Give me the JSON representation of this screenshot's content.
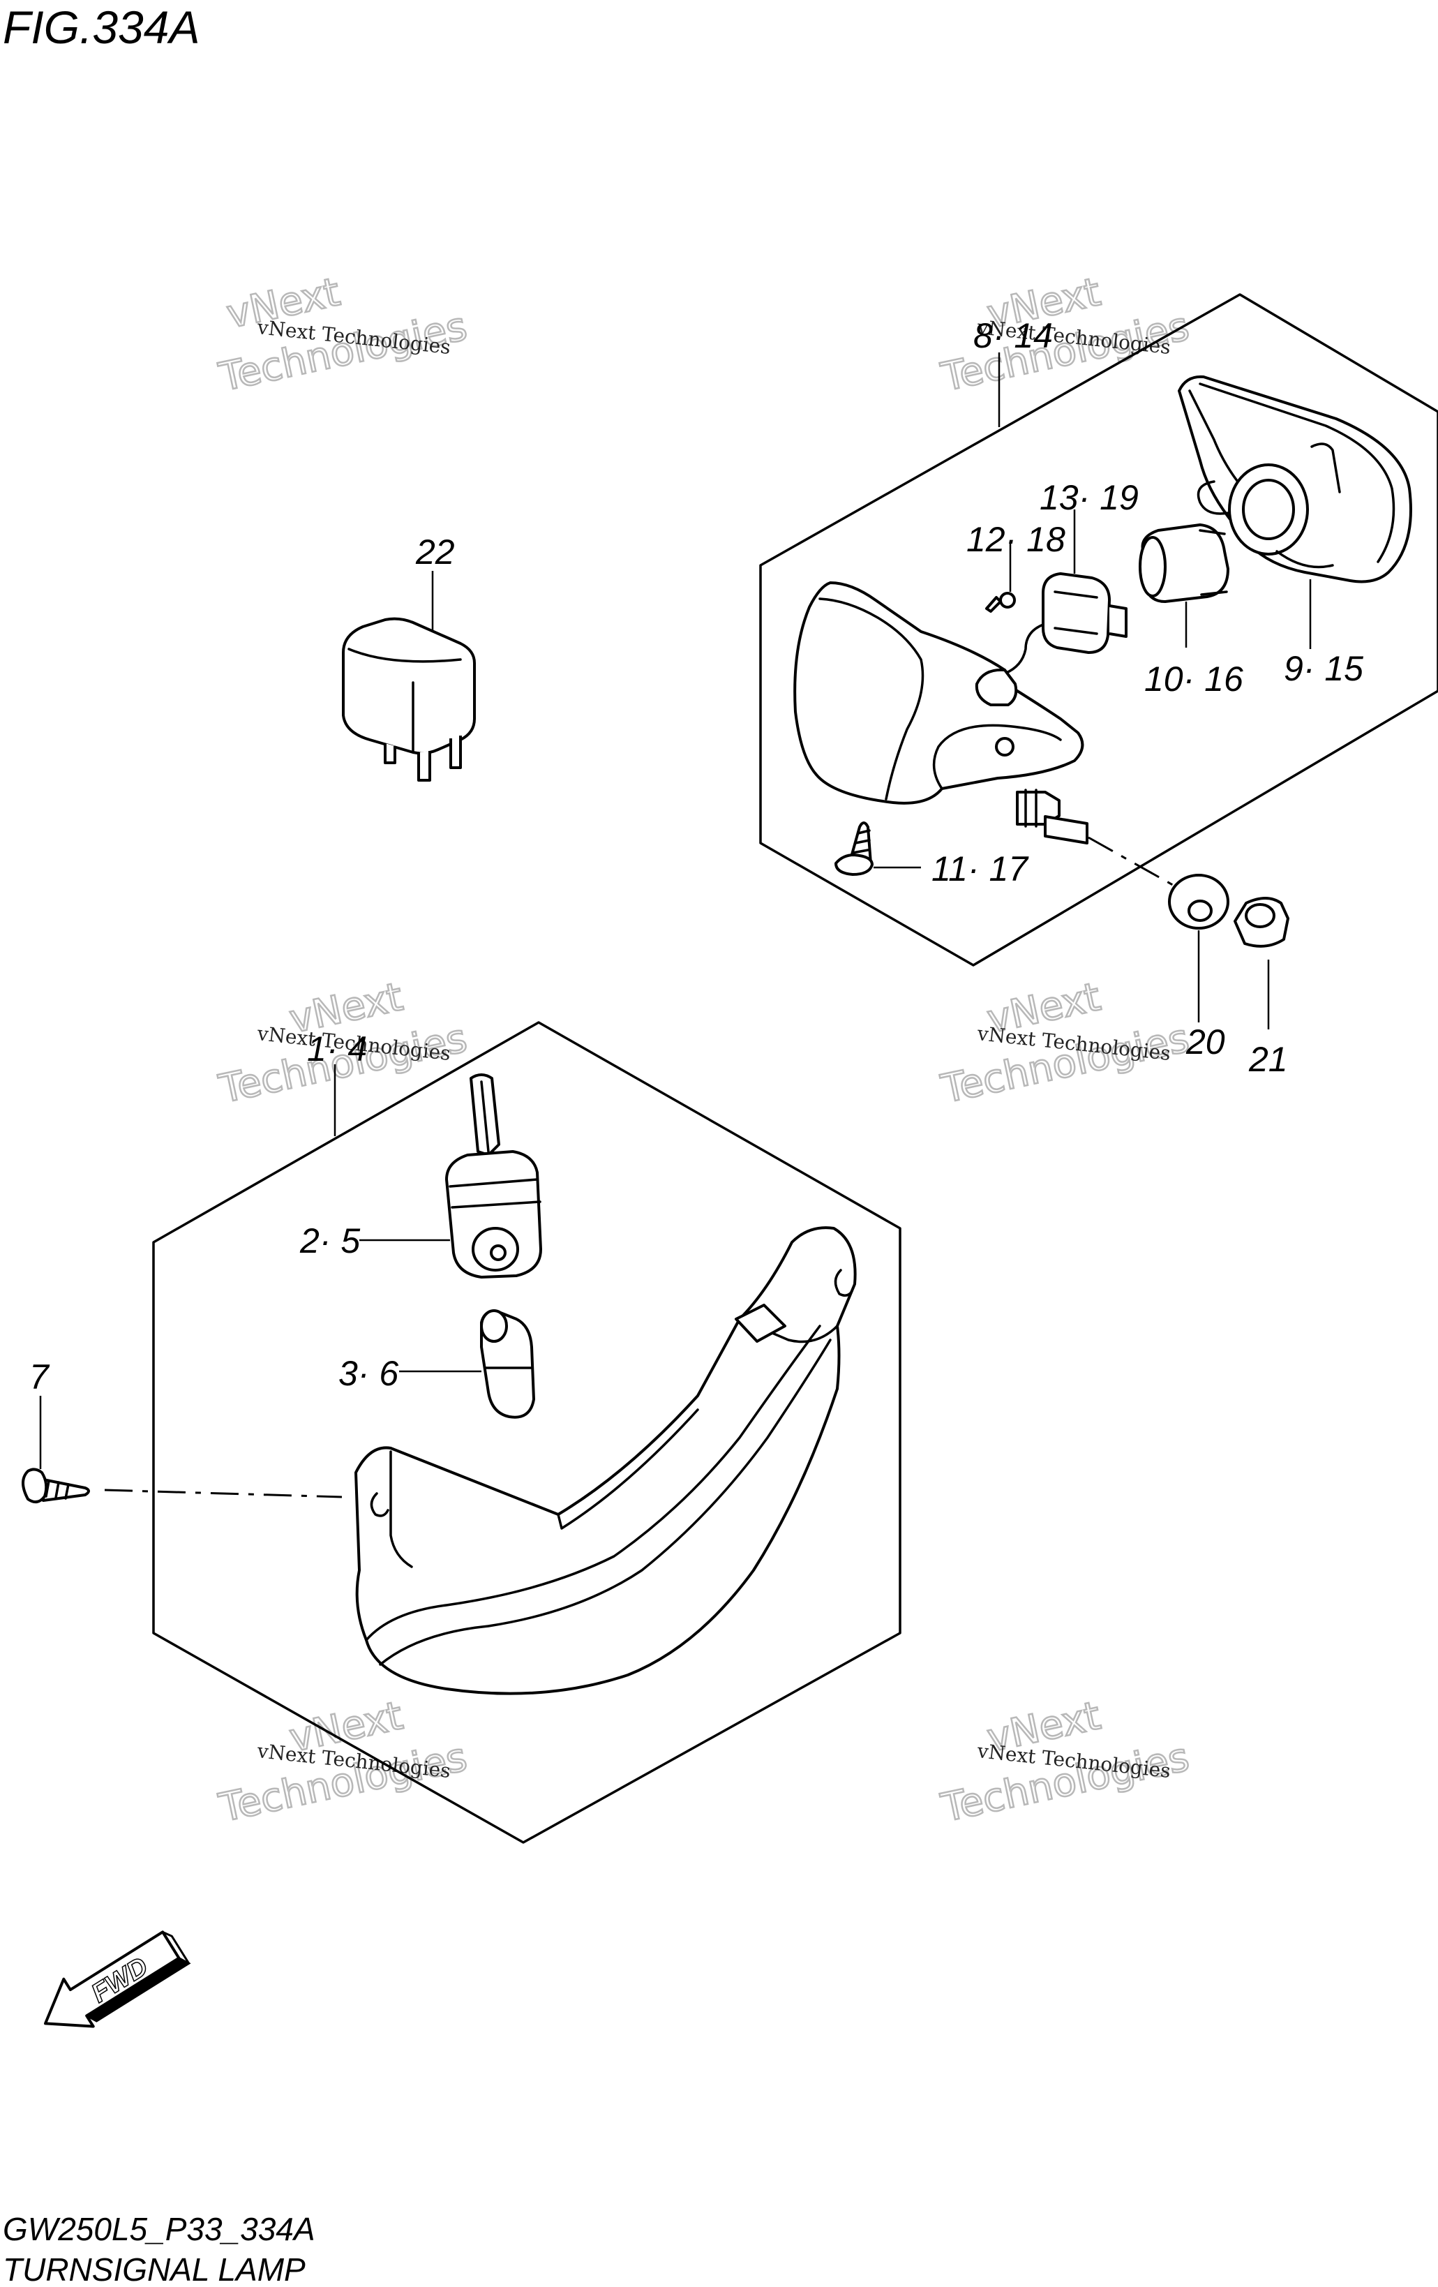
{
  "figure": {
    "title": "FIG.334A",
    "code": "GW250L5_P33_334A",
    "name": "TURNSIGNAL LAMP"
  },
  "callouts": {
    "c1_4": "1· 4",
    "c2_5": "2· 5",
    "c3_6": "3· 6",
    "c7": "7",
    "c8_14": "8· 14",
    "c9_15": "9· 15",
    "c10_16": "10· 16",
    "c11_17": "11· 17",
    "c12_18": "12· 18",
    "c13_19": "13· 19",
    "c20": "20",
    "c21": "21",
    "c22": "22"
  },
  "watermark": {
    "small": "vNext Technologies",
    "big_1": "vNext",
    "big_2": "Technologies"
  },
  "fwd_label": "FWD",
  "colors": {
    "ink": "#000000",
    "paper": "#ffffff",
    "watermark": "#b8b8b8"
  }
}
